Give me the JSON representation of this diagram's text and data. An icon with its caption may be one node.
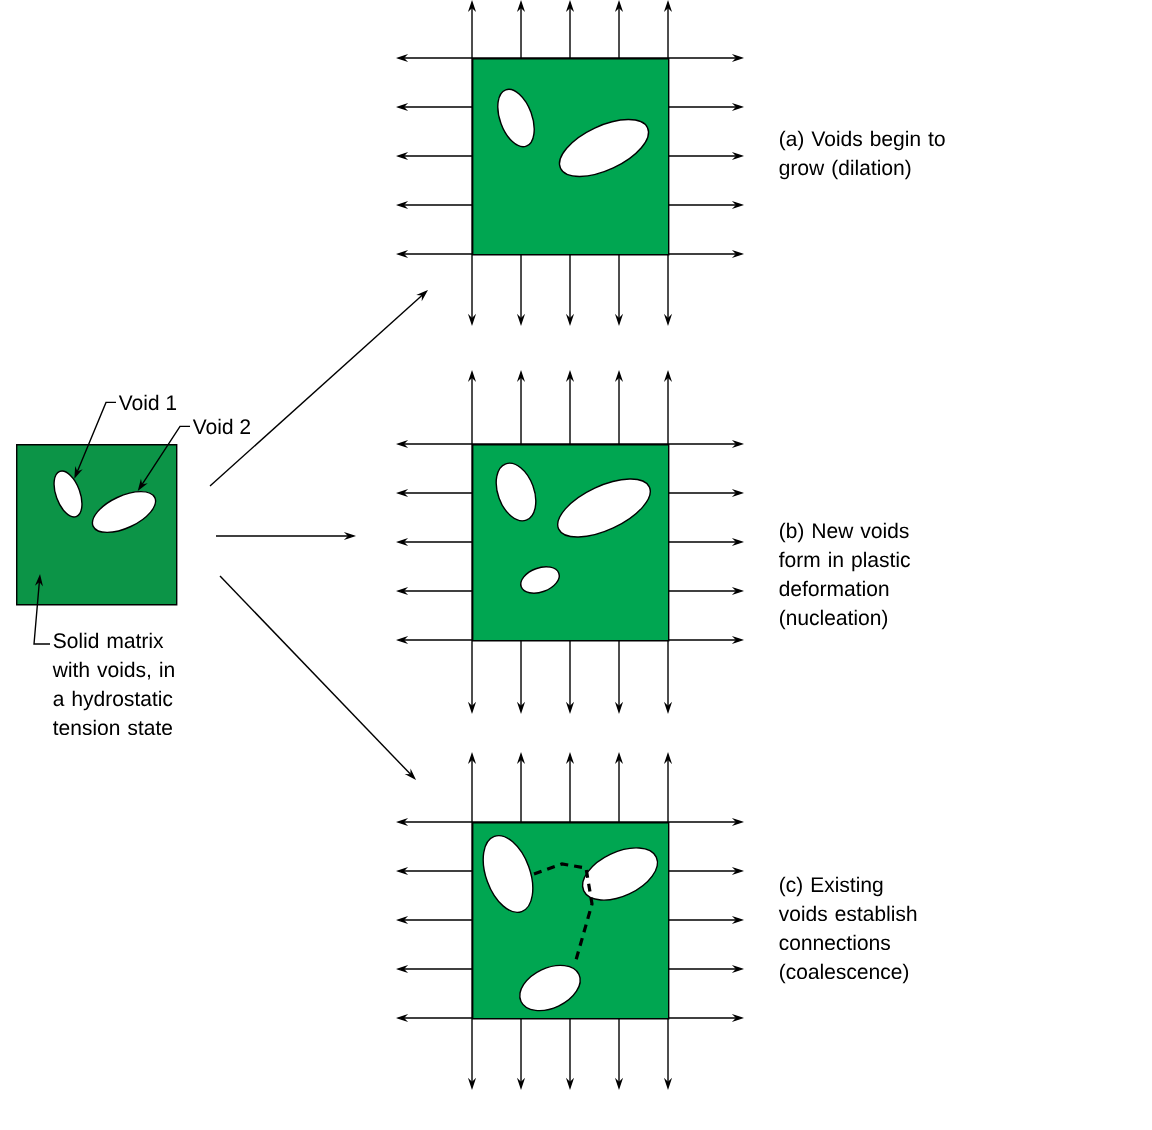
{
  "diagram": {
    "nodes": [
      {
        "text": [
          "Void 1"
        ]
      },
      {
        "text": [
          "Void 2"
        ]
      },
      {
        "text": [],
        "shape": "box"
      },
      {
        "text": [],
        "shape": "ellipse",
        "in": 2
      },
      {
        "text": [],
        "shape": "ellipse",
        "in": 2
      },
      {
        "text": [
          "Solid matrix with voids, in a hydrostatic tension state"
        ]
      },
      {
        "text": [],
        "shape": "box",
        "beside": [
          "(a) Voids begin to grow (dilation)"
        ]
      },
      {
        "text": [],
        "shape": "box",
        "beside": [
          "(b) New voids form in plastic deformation (nucleation)"
        ]
      },
      {
        "text": [],
        "shape": "box",
        "beside": [
          "(c) Existing voids establish connections (coalescence)"
        ]
      }
    ],
    "edges": [
      {
        "from": 0,
        "to": 3,
        "arrow": "to"
      },
      {
        "from": 1,
        "to": 4,
        "arrow": "to"
      },
      {
        "from": 5,
        "to": 2,
        "arrow": "to"
      },
      {
        "from": 2,
        "to": 6,
        "arrow": "to"
      },
      {
        "from": 2,
        "to": 7,
        "arrow": "to"
      },
      {
        "from": 2,
        "to": 8,
        "arrow": "to"
      }
    ]
  }
}
